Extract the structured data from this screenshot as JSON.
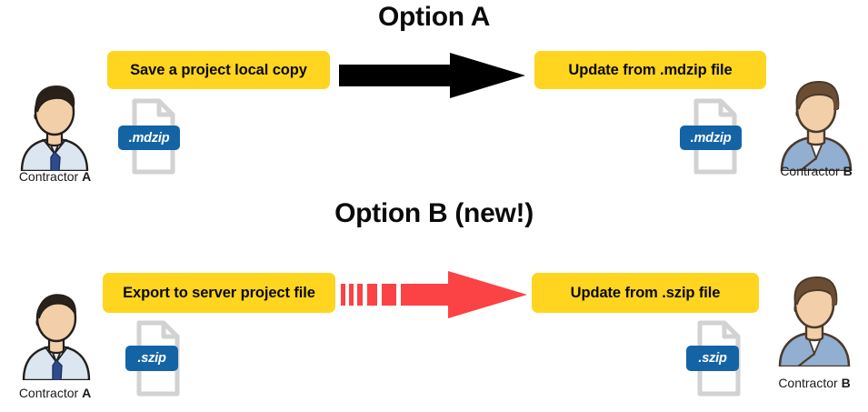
{
  "diagram": {
    "title_a": "Option A",
    "title_b": "Option B (new!)",
    "colors": {
      "box_yellow": "#FFD520",
      "arrow_black": "#000000",
      "arrow_red": "#FB4244",
      "badge_blue": "#1464A5",
      "file_outline_gray": "#D2D2D2",
      "shirt_blue": "#DCE6F0",
      "tie_blue": "#2E4C8C",
      "jacket_blue": "#92AED0",
      "skin": "#F2CFA8",
      "hair_dark": "#2B2119",
      "hair_brown": "#6B4D33"
    }
  },
  "option_a": {
    "title": "Option A",
    "left_actor": {
      "caption_prefix": "Contractor ",
      "caption_id": "A",
      "action_label": "Save a project local copy",
      "file_badge": ".mdzip"
    },
    "arrow": {
      "name": "solid-black-arrow",
      "style": "solid",
      "color": "#000000"
    },
    "right_actor": {
      "caption_prefix": "Contractor ",
      "caption_id": "B",
      "action_label": "Update from .mdzip file",
      "file_badge": ".mdzip"
    }
  },
  "option_b": {
    "title": "Option B (new!)",
    "left_actor": {
      "caption_prefix": "Contractor ",
      "caption_id": "A",
      "action_label": "Export to server project file",
      "file_badge": ".szip"
    },
    "arrow": {
      "name": "dashed-red-arrow",
      "style": "segmented-dashed",
      "color": "#FB4244"
    },
    "right_actor": {
      "caption_prefix": "Contractor ",
      "caption_id": "B",
      "action_label": "Update from .szip file",
      "file_badge": ".szip"
    }
  }
}
